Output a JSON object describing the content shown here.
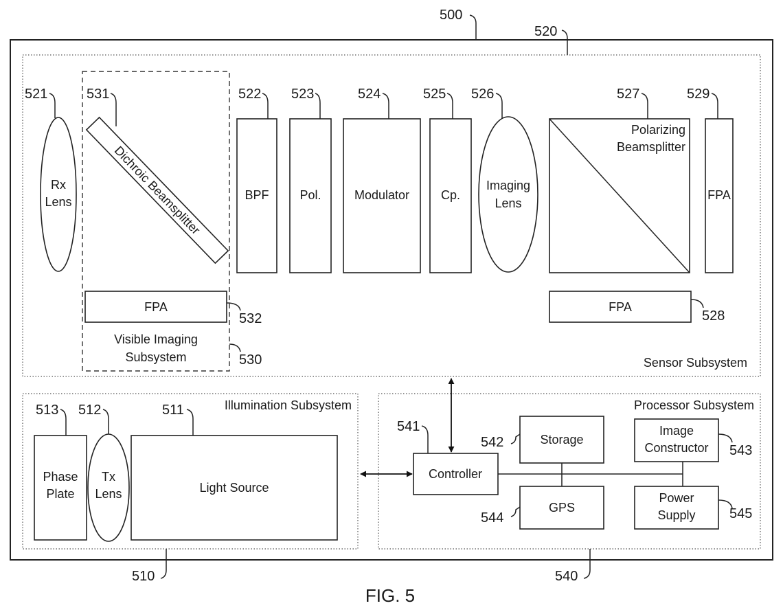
{
  "figure": {
    "caption": "FIG. 5",
    "system_ref": "500"
  },
  "sensor": {
    "ref": "520",
    "title": "Sensor Subsystem",
    "rx_lens": {
      "ref": "521",
      "line1": "Rx",
      "line2": "Lens"
    },
    "visible": {
      "ref": "530",
      "line1": "Visible Imaging",
      "line2": "Subsystem"
    },
    "dichroic": {
      "ref": "531",
      "label": "Dichroic Beamsplitter"
    },
    "fpa_visible": {
      "ref": "532",
      "label": "FPA"
    },
    "bpf": {
      "ref": "522",
      "label": "BPF"
    },
    "pol": {
      "ref": "523",
      "label": "Pol."
    },
    "modulator": {
      "ref": "524",
      "label": "Modulator"
    },
    "cp": {
      "ref": "525",
      "label": "Cp."
    },
    "imaging_lens": {
      "ref": "526",
      "line1": "Imaging",
      "line2": "Lens"
    },
    "pbs": {
      "ref": "527",
      "line1": "Polarizing",
      "line2": "Beamsplitter"
    },
    "fpa_right": {
      "ref": "529",
      "label": "FPA"
    },
    "fpa_bottom": {
      "ref": "528",
      "label": "FPA"
    }
  },
  "illumination": {
    "ref": "510",
    "title": "Illumination Subsystem",
    "phase_plate": {
      "ref": "513",
      "line1": "Phase",
      "line2": "Plate"
    },
    "tx_lens": {
      "ref": "512",
      "line1": "Tx",
      "line2": "Lens"
    },
    "light_source": {
      "ref": "511",
      "label": "Light Source"
    }
  },
  "processor": {
    "ref": "540",
    "title": "Processor Subsystem",
    "controller": {
      "ref": "541",
      "label": "Controller"
    },
    "storage": {
      "ref": "542",
      "label": "Storage"
    },
    "gps": {
      "ref": "544",
      "label": "GPS"
    },
    "image_constructor": {
      "ref": "543",
      "line1": "Image",
      "line2": "Constructor"
    },
    "power_supply": {
      "ref": "545",
      "line1": "Power",
      "line2": "Supply"
    }
  }
}
